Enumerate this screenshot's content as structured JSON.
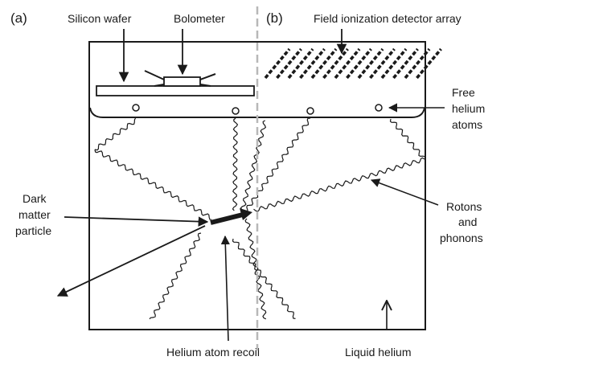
{
  "panels": {
    "a": "(a)",
    "b": "(b)"
  },
  "labels": {
    "silicon_wafer": "Silicon wafer",
    "bolometer": "Bolometer",
    "field_ionization": "Field ionization detector array",
    "free_helium_1": "Free",
    "free_helium_2": "helium",
    "free_helium_3": "atoms",
    "dark_matter_1": "Dark",
    "dark_matter_2": "matter",
    "dark_matter_3": "particle",
    "rotons_1": "Rotons",
    "rotons_2": "and",
    "rotons_3": "phonons",
    "helium_recoil": "Helium atom recoil",
    "liquid_helium": "Liquid helium"
  },
  "colors": {
    "line": "#1a1a1a",
    "divider": "#b8b8b8",
    "background": "#ffffff"
  }
}
